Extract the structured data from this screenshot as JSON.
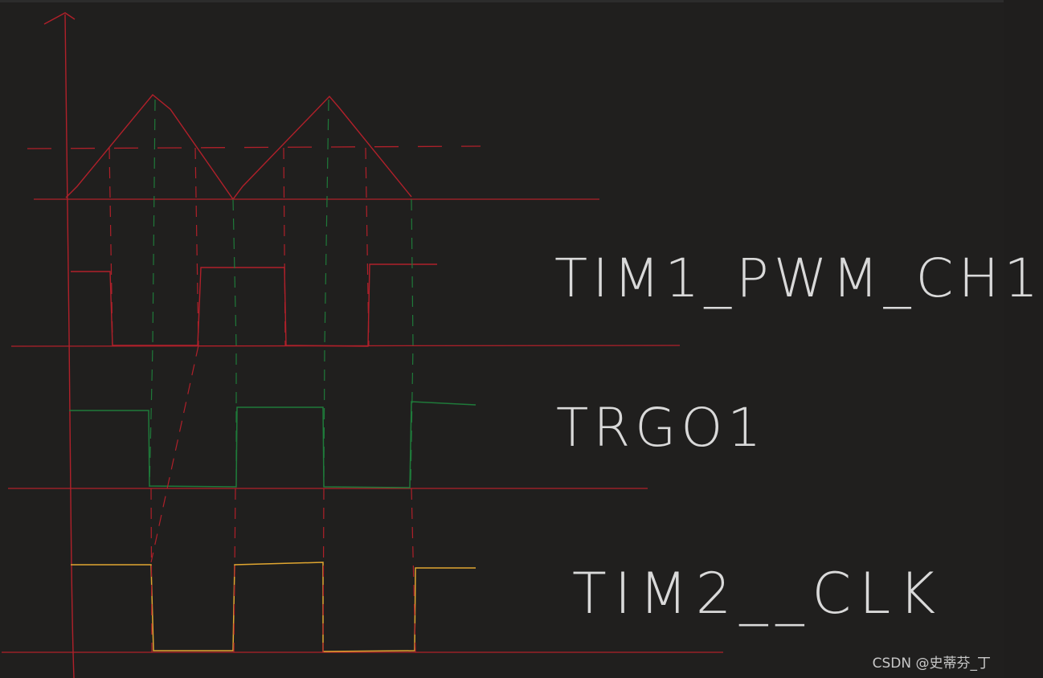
{
  "labels": {
    "ch1": "TIM1_PWM_CH1",
    "trgo": "TRGO1",
    "clk": "TIM2__CLK"
  },
  "watermark": "CSDN @史蒂芬_丁",
  "colors": {
    "background": "#201f1e",
    "axis": "#b0202a",
    "triangle": "#b0202a",
    "pwm": "#b0202a",
    "trgo": "#1f7a3a",
    "clk": "#e0a630",
    "guide_red": "#b0202a",
    "guide_green": "#1f7a3a",
    "label": "#d9d9d9"
  }
}
